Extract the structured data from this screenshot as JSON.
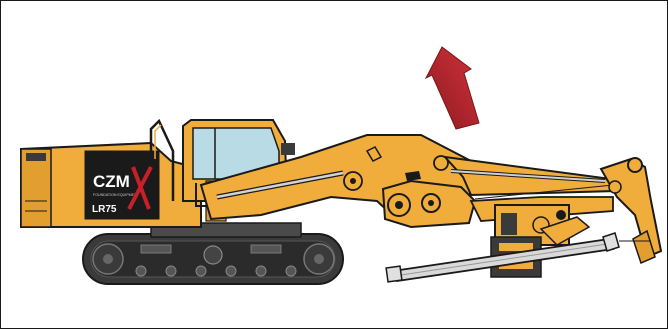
{
  "illustration": {
    "logo_text": "CZM",
    "logo_subtitle": "FOUNDATION EQUIPMENT",
    "model_label": "LR75",
    "colors": {
      "machine_body": "#f0ad3c",
      "machine_shadow": "#c9882a",
      "outline": "#1a1a1a",
      "cab_glass": "#b9dbe6",
      "undercarriage": "#3a3a3a",
      "logo_panel": "#1a1a1a",
      "logo_accent": "#c8202a",
      "arrow": "#b8202a"
    },
    "arrow_direction": "up-left"
  }
}
